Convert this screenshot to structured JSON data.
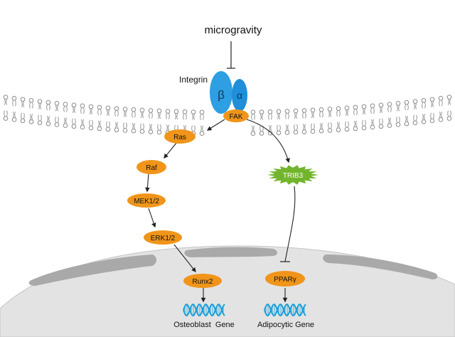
{
  "stimulus": {
    "label": "microgravity"
  },
  "receptor": {
    "label": "Integrin",
    "beta": "β",
    "alpha": "α"
  },
  "kinase": {
    "label": "FAK"
  },
  "osteogenic_pathway": [
    {
      "id": "ras",
      "label": "Ras"
    },
    {
      "id": "raf",
      "label": "Raf"
    },
    {
      "id": "mek",
      "label": "MEK1/2"
    },
    {
      "id": "erk",
      "label": "ERK1/2"
    },
    {
      "id": "runx2",
      "label": "Runx2"
    }
  ],
  "adipogenic_pathway": [
    {
      "id": "trib3",
      "label": "TRIB3"
    },
    {
      "id": "ppar",
      "label": "PPARγ"
    }
  ],
  "genes": {
    "osteoblast": "Osteoblast  Gene",
    "adipocytic": "Adipocytic Gene"
  },
  "colors": {
    "node_orange": "#F0951A",
    "integrin_blue": "#1E9BE0",
    "integrin_blue_light": "#3BB0EC",
    "trib3_green": "#72B52C",
    "dna_blue": "#1AA0DA",
    "nucleus_fill": "#E3E3E3",
    "nucleus_stroke": "#C4C4C4",
    "pore_fill": "#A9A9A9",
    "lipid_grey": "#8A8A8A"
  }
}
